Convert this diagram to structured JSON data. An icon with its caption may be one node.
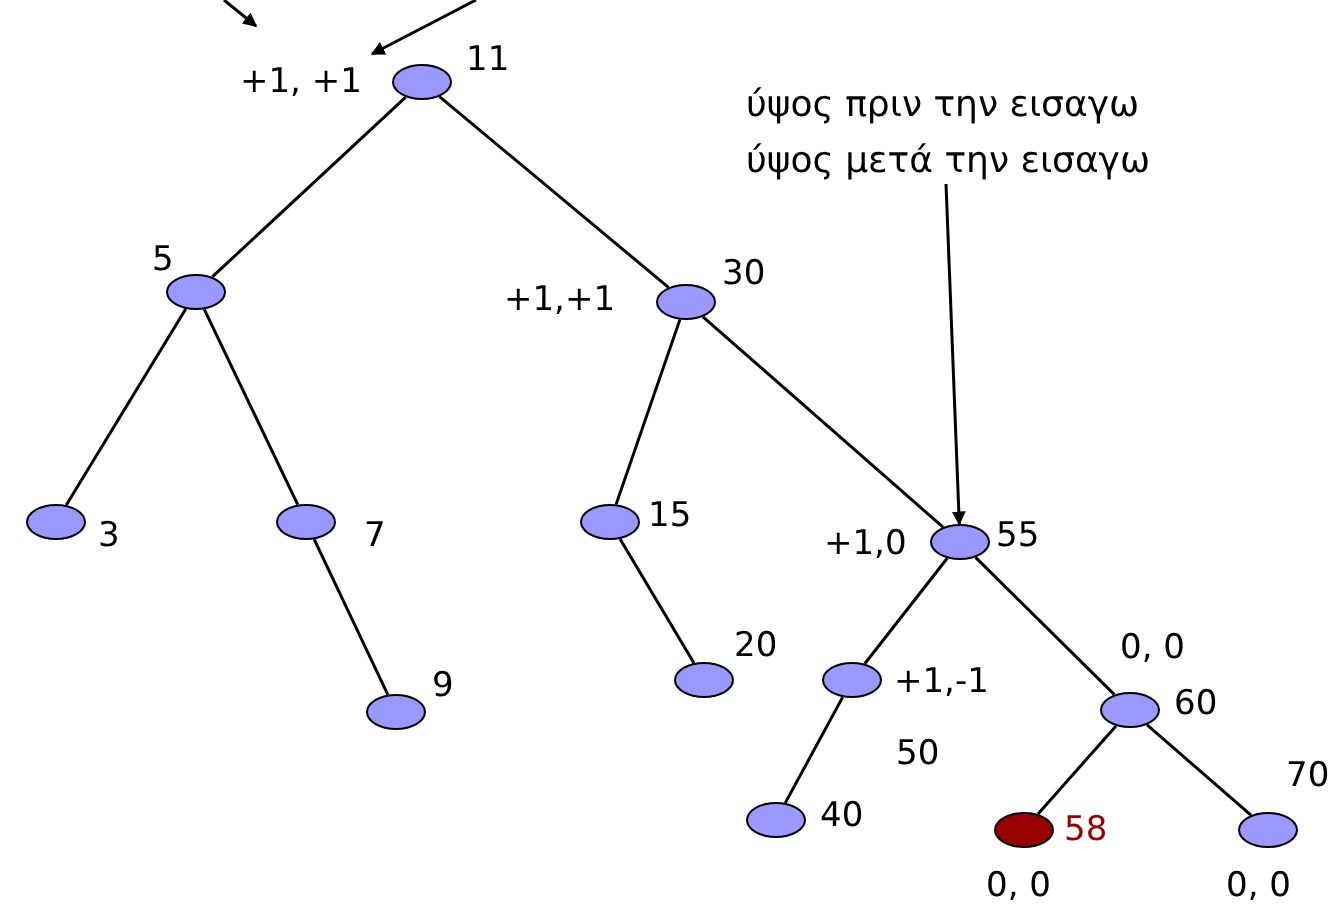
{
  "diagram": {
    "nodes": [
      {
        "text": [],
        "shape": "circle",
        "beside": [
          "+1, +1",
          "11"
        ]
      },
      {
        "text": [],
        "shape": "circle",
        "beside": [
          "5"
        ]
      },
      {
        "text": [],
        "shape": "circle",
        "beside": [
          "+1,+1",
          "30"
        ]
      },
      {
        "text": [],
        "shape": "circle",
        "beside": [
          "3"
        ]
      },
      {
        "text": [],
        "shape": "circle",
        "beside": [
          "7"
        ]
      },
      {
        "text": [],
        "shape": "circle",
        "beside": [
          "9"
        ]
      },
      {
        "text": [],
        "shape": "circle",
        "beside": [
          "15"
        ]
      },
      {
        "text": [],
        "shape": "circle",
        "beside": [
          "20"
        ]
      },
      {
        "text": [],
        "shape": "circle",
        "beside": [
          "+1,0",
          "55"
        ]
      },
      {
        "text": [],
        "shape": "circle",
        "beside": [
          "+1,-1",
          "50"
        ]
      },
      {
        "text": [],
        "shape": "circle",
        "beside": [
          "0, 0",
          "60"
        ]
      },
      {
        "text": [],
        "shape": "circle",
        "beside": [
          "40"
        ]
      },
      {
        "text": [],
        "shape": "circle",
        "beside": [
          "58",
          "0, 0"
        ]
      },
      {
        "text": [],
        "shape": "circle",
        "beside": [
          "70",
          "0, 0"
        ]
      },
      {
        "text": [
          "ύψος μετά την εισαγω"
        ]
      }
    ],
    "edges": [
      {
        "from": 0,
        "to": 1,
        "arrow": "none"
      },
      {
        "from": 0,
        "to": 2,
        "arrow": "none"
      },
      {
        "from": 1,
        "to": 3,
        "arrow": "none"
      },
      {
        "from": 1,
        "to": 4,
        "arrow": "none"
      },
      {
        "from": 4,
        "to": 5,
        "arrow": "none"
      },
      {
        "from": 2,
        "to": 6,
        "arrow": "none"
      },
      {
        "from": 6,
        "to": 7,
        "arrow": "none"
      },
      {
        "from": 2,
        "to": 8,
        "arrow": "none"
      },
      {
        "from": 8,
        "to": 9,
        "arrow": "none"
      },
      {
        "from": 8,
        "to": 10,
        "arrow": "none"
      },
      {
        "from": 9,
        "to": 11,
        "arrow": "none"
      },
      {
        "from": 10,
        "to": 12,
        "arrow": "none"
      },
      {
        "from": 10,
        "to": 13,
        "arrow": "none"
      },
      {
        "from": null,
        "to": 0,
        "arrow": "to"
      },
      {
        "from": null,
        "to": 0,
        "arrow": "to"
      },
      {
        "from": 14,
        "to": 8,
        "arrow": "to"
      }
    ],
    "labels": [
      "ύψος πριν την εισαγω"
    ]
  }
}
